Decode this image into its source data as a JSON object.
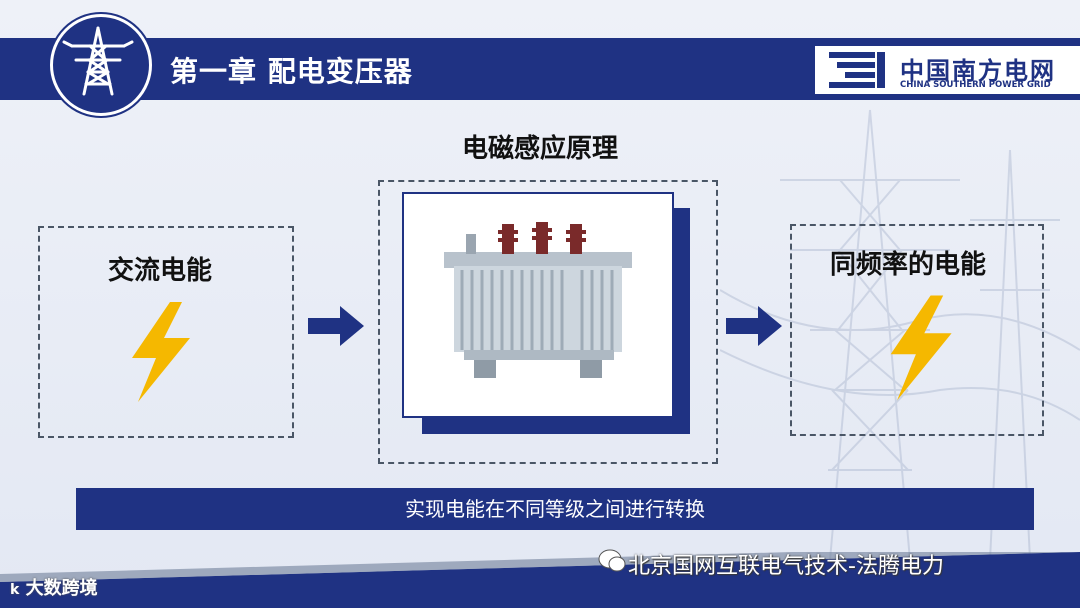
{
  "header": {
    "chapter_title": "第一章 配电变压器",
    "brand_cn": "中国南方电网",
    "brand_en": "CHINA SOUTHERN POWER GRID"
  },
  "diagram": {
    "center_title": "电磁感应原理",
    "input_label": "交流电能",
    "output_label": "同频率的电能",
    "caption": "实现电能在不同等级之间进行转换"
  },
  "colors": {
    "primary_blue": "#1f3283",
    "lightning_yellow": "#f5b800",
    "background": "#e8ecf5"
  },
  "icons": {
    "logo": "transmission-tower-icon",
    "brand": "csg-logo-icon",
    "input": "lightning-bolt-icon",
    "output": "lightning-bolt-icon",
    "arrows": "arrow-right-icon"
  },
  "footer": {
    "watermark": "北京国网互联电气技术-法腾电力",
    "corner_brand": "大数跨境"
  }
}
